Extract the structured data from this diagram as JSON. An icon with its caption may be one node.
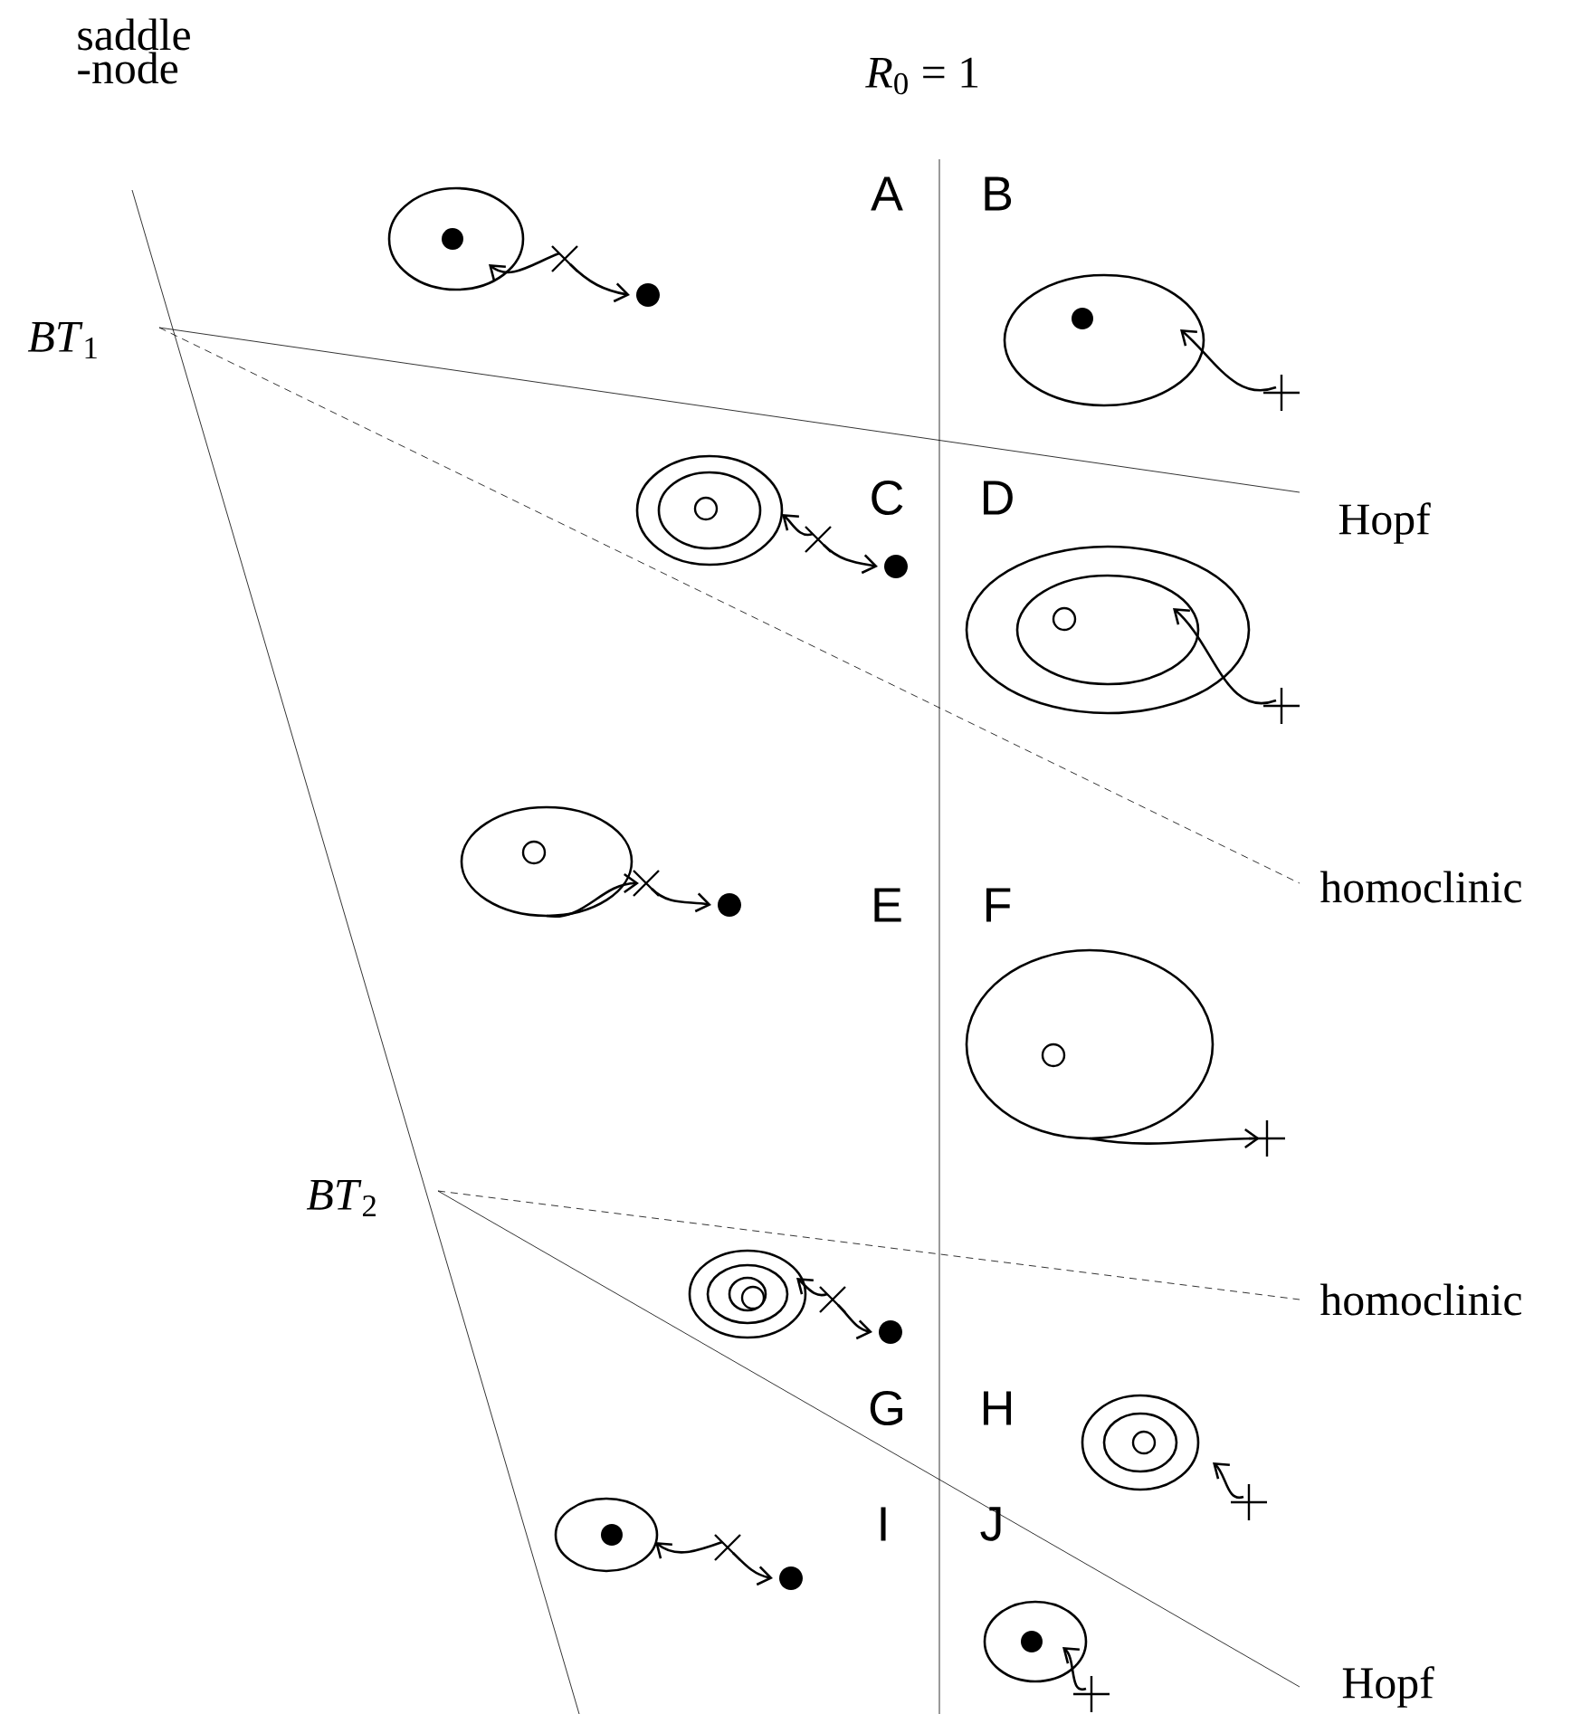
{
  "diagram": {
    "labels": [
      "saddle -node",
      "*R*$_{0}$ = 1",
      "A",
      "B",
      "*BT*$_{1}$",
      "C",
      "D",
      "Hopf",
      "E",
      "F",
      "homoclinic",
      "*BT*$_{2}$",
      "homoclinic",
      "G",
      "H",
      "I",
      "J",
      "Hopf"
    ]
  }
}
